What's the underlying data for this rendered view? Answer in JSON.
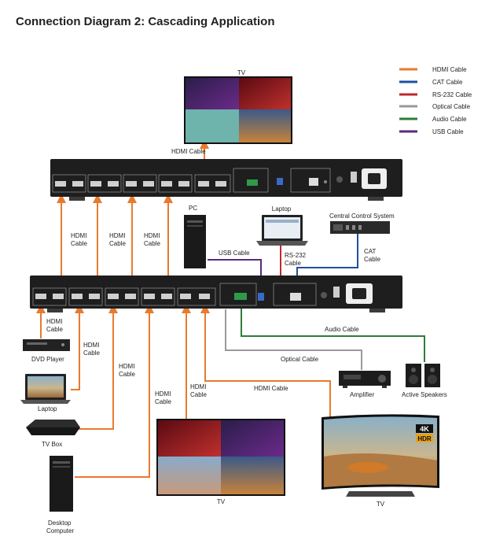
{
  "title": "Connection Diagram 2: Cascading Application",
  "legend": [
    {
      "label": "HDMI Cable",
      "color": "#e87a2e"
    },
    {
      "label": "CAT Cable",
      "color": "#1f4fa0"
    },
    {
      "label": "RS-232 Cable",
      "color": "#c0282d"
    },
    {
      "label": "Optical Cable",
      "color": "#9a9a9a"
    },
    {
      "label": "Audio Cable",
      "color": "#2e7d3a"
    },
    {
      "label": "USB Cable",
      "color": "#5b2a7a"
    }
  ],
  "devices": {
    "tv_top": "TV",
    "pc": "PC",
    "laptop_top": "Laptop",
    "central_control": "Central Control System",
    "dvd_player": "DVD Player",
    "laptop_left": "Laptop",
    "tv_box": "TV Box",
    "desktop_line1": "Desktop",
    "desktop_line2": "Computer",
    "amplifier": "Amplifier",
    "active_speakers": "Active Speakers",
    "tv_bottom_mid": "TV",
    "tv_bottom_right": "TV",
    "badge_4k": "4K",
    "badge_hdr": "HDR"
  },
  "cable_labels": {
    "hdmi_top": "HDMI Cable",
    "hdmi_word": "HDMI",
    "cable_word": "Cable",
    "usb": "USB Cable",
    "rs232_line1": "RS-232",
    "rs232_line2": "Cable",
    "cat_line1": "CAT",
    "cat_line2": "Cable",
    "audio": "Audio Cable",
    "optical": "Optical Cable",
    "hdmi_to_right_tv": "HDMI Cable"
  }
}
